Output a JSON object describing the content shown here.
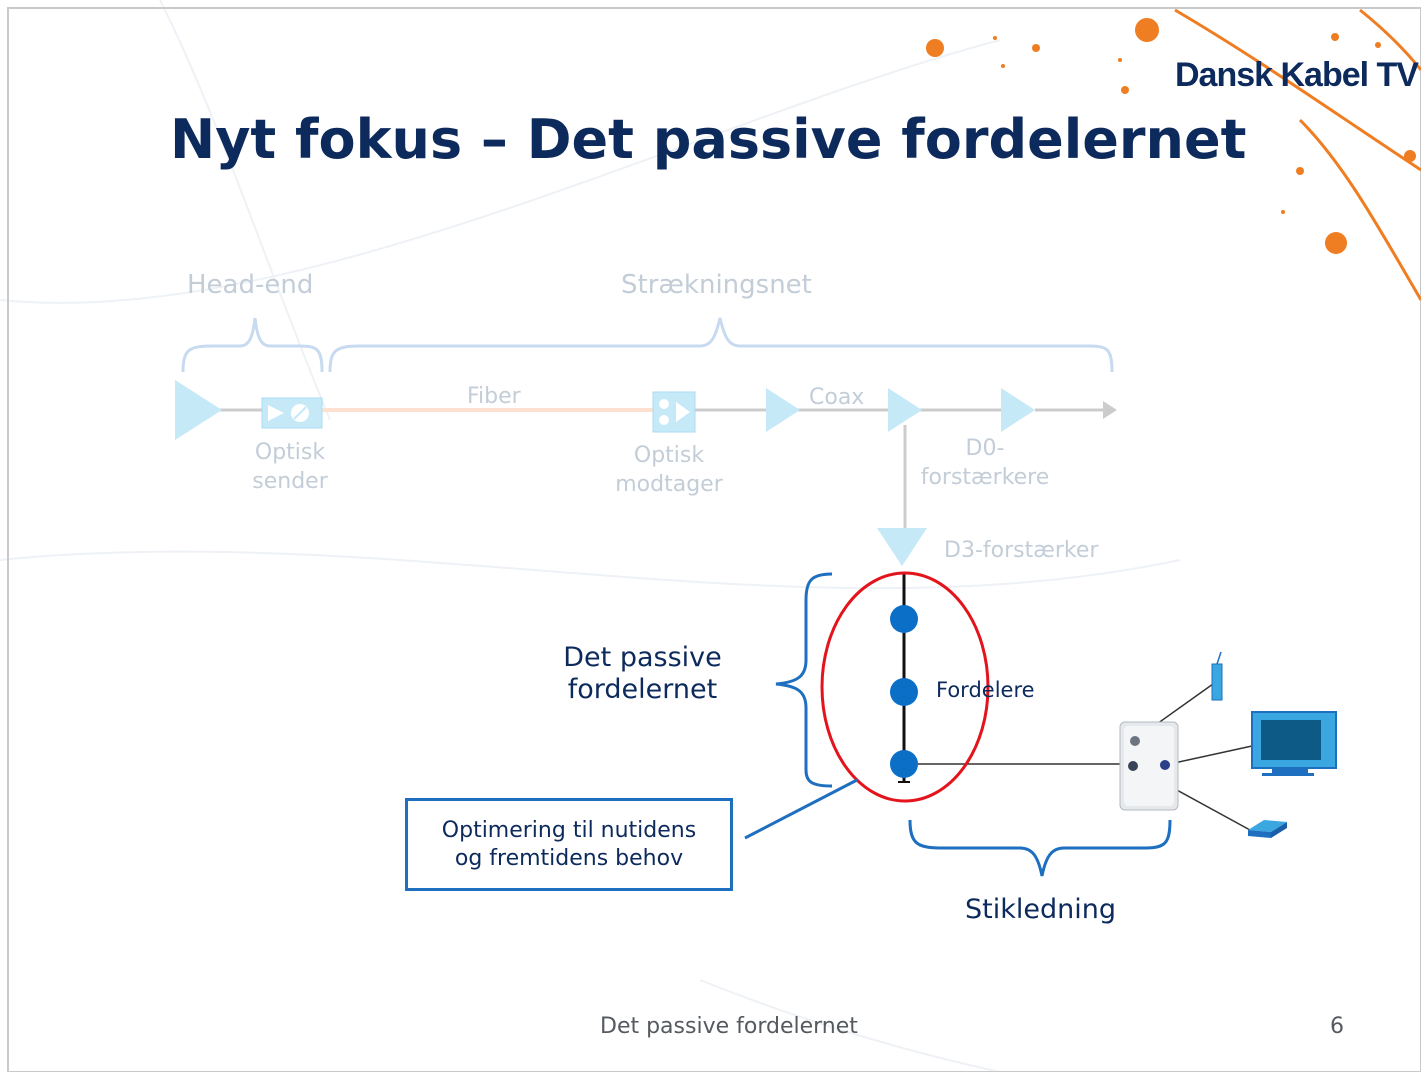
{
  "logo": {
    "text": "Dansk Kabel TV"
  },
  "title": "Nyt fokus – Det passive fordelernet",
  "diagram": {
    "upper": {
      "head_end": "Head-end",
      "straekningsnet": "Strækningsnet",
      "fiber": "Fiber",
      "coax": "Coax",
      "optisk_sender": [
        "Optisk",
        "sender"
      ],
      "optisk_modtager": [
        "Optisk",
        "modtager"
      ],
      "d0": [
        "D0-",
        "forstærkere"
      ],
      "d3": "D3-forstærker"
    },
    "passive_label": [
      "Det passive",
      "fordelernet"
    ],
    "fordelere": "Fordelere",
    "stikledning": "Stikledning",
    "callout": [
      "Optimering til nutidens",
      "og fremtidens behov"
    ]
  },
  "icons": [
    "amplifier-icon",
    "optical-sender-icon",
    "optical-receiver-icon",
    "splitter-icon",
    "wall-outlet-icon",
    "tv-icon",
    "modem-icon",
    "radio-icon"
  ],
  "colors": {
    "title": "#0d2a5c",
    "accent_blue": "#1e6fc0",
    "node_blue": "#0b6fc8",
    "highlight_red": "#e3141b",
    "logo_orange": "#ef7d22",
    "faded": "#c3cdd8"
  },
  "footer": {
    "title": "Det passive fordelernet",
    "page_number": "6"
  }
}
